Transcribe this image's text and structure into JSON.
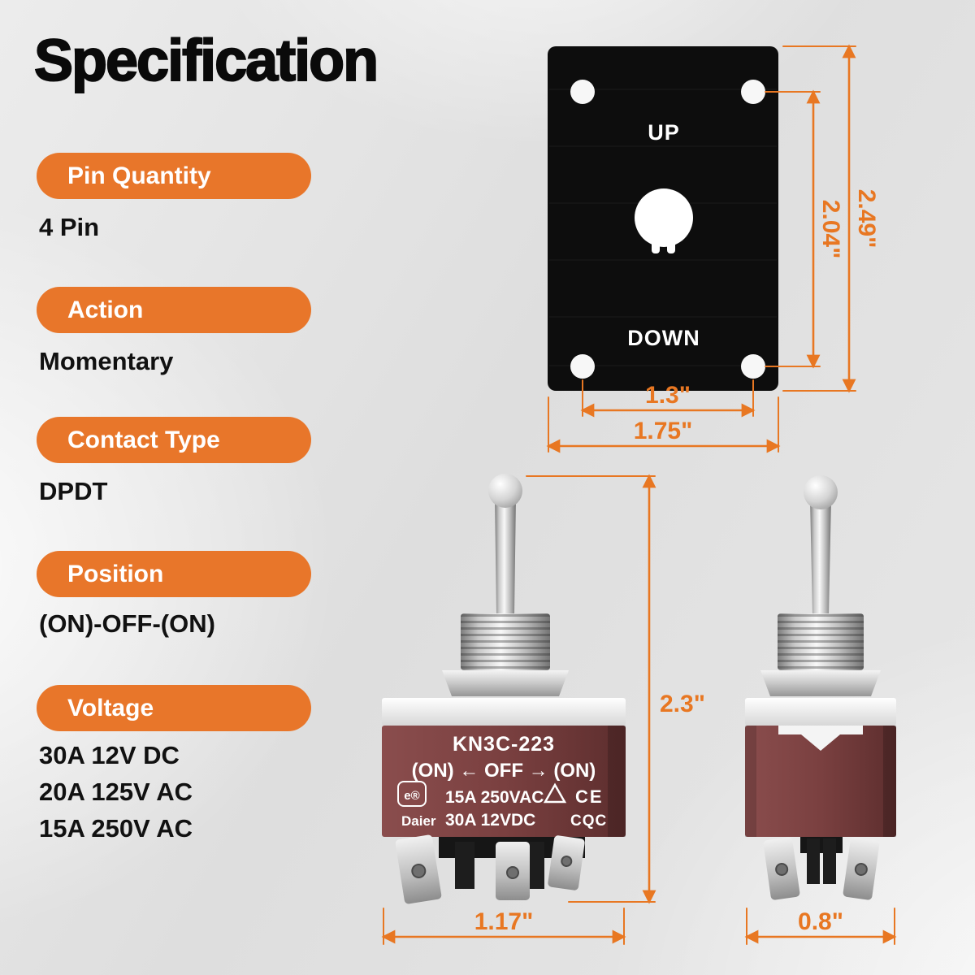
{
  "title": "Specification",
  "colors": {
    "accent": "#E8762A",
    "dimension": "#E87722",
    "switch_body": "#7A4040",
    "plate": "#0D0D0D"
  },
  "specs": [
    {
      "label": "Pin Quantity",
      "values": [
        "4 Pin"
      ]
    },
    {
      "label": "Action",
      "values": [
        "Momentary"
      ]
    },
    {
      "label": "Contact Type",
      "values": [
        "DPDT"
      ]
    },
    {
      "label": "Position",
      "values": [
        "(ON)-OFF-(ON)"
      ]
    },
    {
      "label": "Voltage",
      "values": [
        "30A 12V DC",
        "20A 125V AC",
        "15A 250V AC"
      ]
    }
  ],
  "plate": {
    "up": "UP",
    "down": "DOWN",
    "dims": {
      "inner_height": "2.04\"",
      "outer_height": "2.49\"",
      "inner_width": "1.3\"",
      "outer_width": "1.75\""
    }
  },
  "switch_front": {
    "model": "KN3C-223",
    "positions": "(ON) ← OFF → (ON)",
    "cert": "e®",
    "rating1": "15A 250VAC",
    "rating2": "30A 12VDC",
    "mark_ce": "CE",
    "mark_cqc": "CQC",
    "brand": "Daier",
    "dim_height": "2.3\"",
    "dim_width": "1.17\""
  },
  "switch_side": {
    "dim_width": "0.8\""
  }
}
